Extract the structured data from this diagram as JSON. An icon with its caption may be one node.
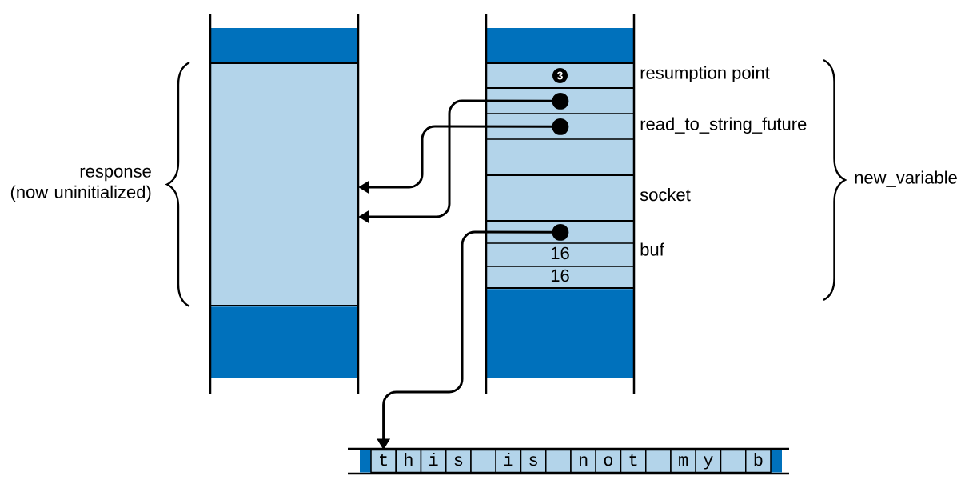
{
  "diagram": {
    "nodes": [
      {
        "text": [],
        "shape": "box"
      },
      {
        "text": [],
        "shape": "box"
      },
      {
        "text": [],
        "shape": "box"
      },
      {
        "text": [],
        "shape": "box"
      },
      {
        "text": [],
        "shape": "box"
      },
      {
        "text": [
          "resumption point"
        ],
        "in": 4
      },
      {
        "text": [
          "read_to_string_future"
        ],
        "in": 4
      },
      {
        "text": [],
        "shape": "box",
        "in": 6
      },
      {
        "text": [],
        "shape": "circle",
        "in": 7
      },
      {
        "text": [],
        "shape": "box",
        "in": 6
      },
      {
        "text": [],
        "shape": "circle",
        "in": 9
      },
      {
        "text": [],
        "shape": "box",
        "in": 6
      },
      {
        "text": [
          "socket"
        ],
        "in": 4
      },
      {
        "text": [
          "buf"
        ],
        "in": 4
      },
      {
        "text": [],
        "shape": "box",
        "in": 13
      },
      {
        "text": [],
        "shape": "circle",
        "in": 14
      },
      {
        "text": [
          "16"
        ],
        "in": 13
      },
      {
        "text": [
          "16"
        ],
        "in": 13
      },
      {
        "text": [],
        "shape": "box"
      },
      {
        "text": [],
        "shape": "box"
      },
      {
        "text": [
          "t"
        ],
        "in": 19
      },
      {
        "text": [
          "h"
        ],
        "in": 19
      },
      {
        "text": [
          "i"
        ],
        "in": 19
      },
      {
        "text": [
          "s"
        ],
        "in": 19
      },
      {
        "text": [],
        "shape": "box",
        "in": 19
      },
      {
        "text": [
          "i"
        ],
        "in": 19
      },
      {
        "text": [
          "s"
        ],
        "in": 19
      },
      {
        "text": [],
        "shape": "box",
        "in": 19
      },
      {
        "text": [
          "n"
        ],
        "in": 19
      },
      {
        "text": [
          "o"
        ],
        "in": 19
      },
      {
        "text": [
          "t"
        ],
        "in": 19
      },
      {
        "text": [],
        "shape": "box",
        "in": 19
      },
      {
        "text": [
          "m"
        ],
        "in": 19
      },
      {
        "text": [
          "y"
        ],
        "in": 19
      },
      {
        "text": [],
        "shape": "box",
        "in": 19
      },
      {
        "text": [
          "b"
        ],
        "in": 19
      }
    ],
    "edges": [
      {
        "from": 8,
        "to": 1,
        "arrow": "to"
      },
      {
        "from": 10,
        "to": 1,
        "arrow": "to"
      },
      {
        "from": 15,
        "to": 20,
        "arrow": "to"
      }
    ],
    "labels": [
      "3",
      "response (now uninitialized)",
      "new_variable"
    ]
  }
}
